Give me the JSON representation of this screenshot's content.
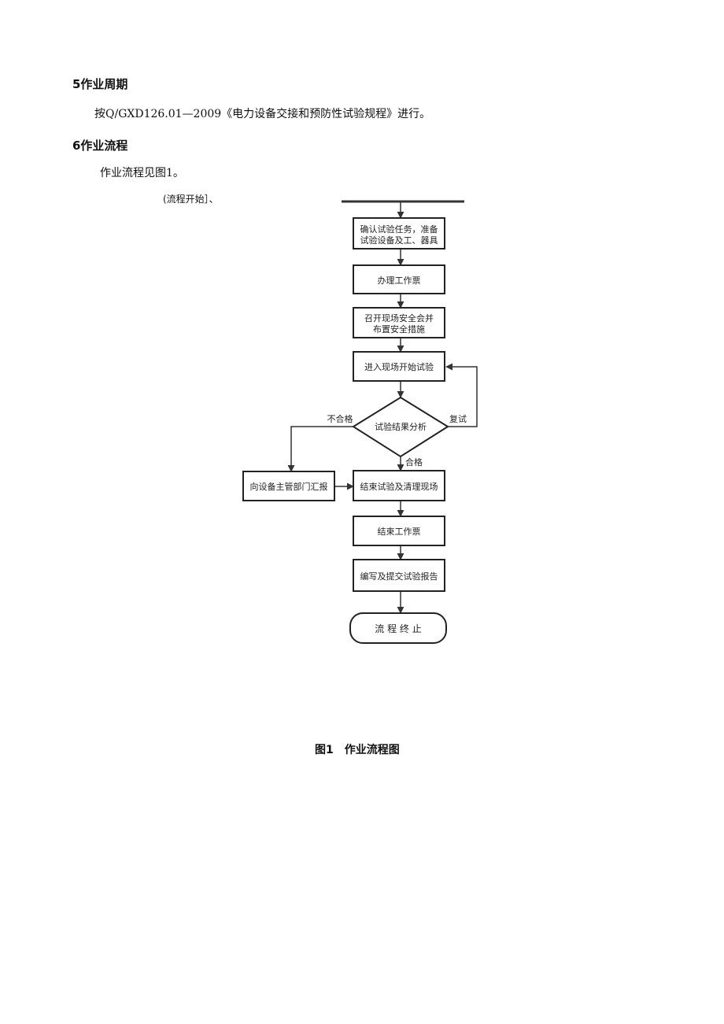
{
  "section5": {
    "heading": "5作业周期",
    "text": "按Q/GXD126.01—2009《电力设备交接和预防性试验规程》进行。"
  },
  "section6": {
    "heading": "6作业流程",
    "text": "作业流程见图1。"
  },
  "flowchart": {
    "start_label": "(流程开始］、",
    "steps": {
      "confirm_line1": "确认试验任务，准备",
      "confirm_line2": "试验设备及工、器具",
      "ticket": "办理工作票",
      "meeting_line1": "召开现场安全会并",
      "meeting_line2": "布置安全措施",
      "enter": "进入现场开始试验",
      "analysis": "试验结果分析",
      "report_dept": "向设备主管部门汇报",
      "finish_clean": "结束试验及清理现场",
      "end_ticket": "结束工作票",
      "write_report": "编写及提交试验报告",
      "end": "流 程 终 止"
    },
    "edges": {
      "fail": "不合格",
      "retest": "复试",
      "pass": "合格"
    }
  },
  "caption": "图1　作业流程图"
}
